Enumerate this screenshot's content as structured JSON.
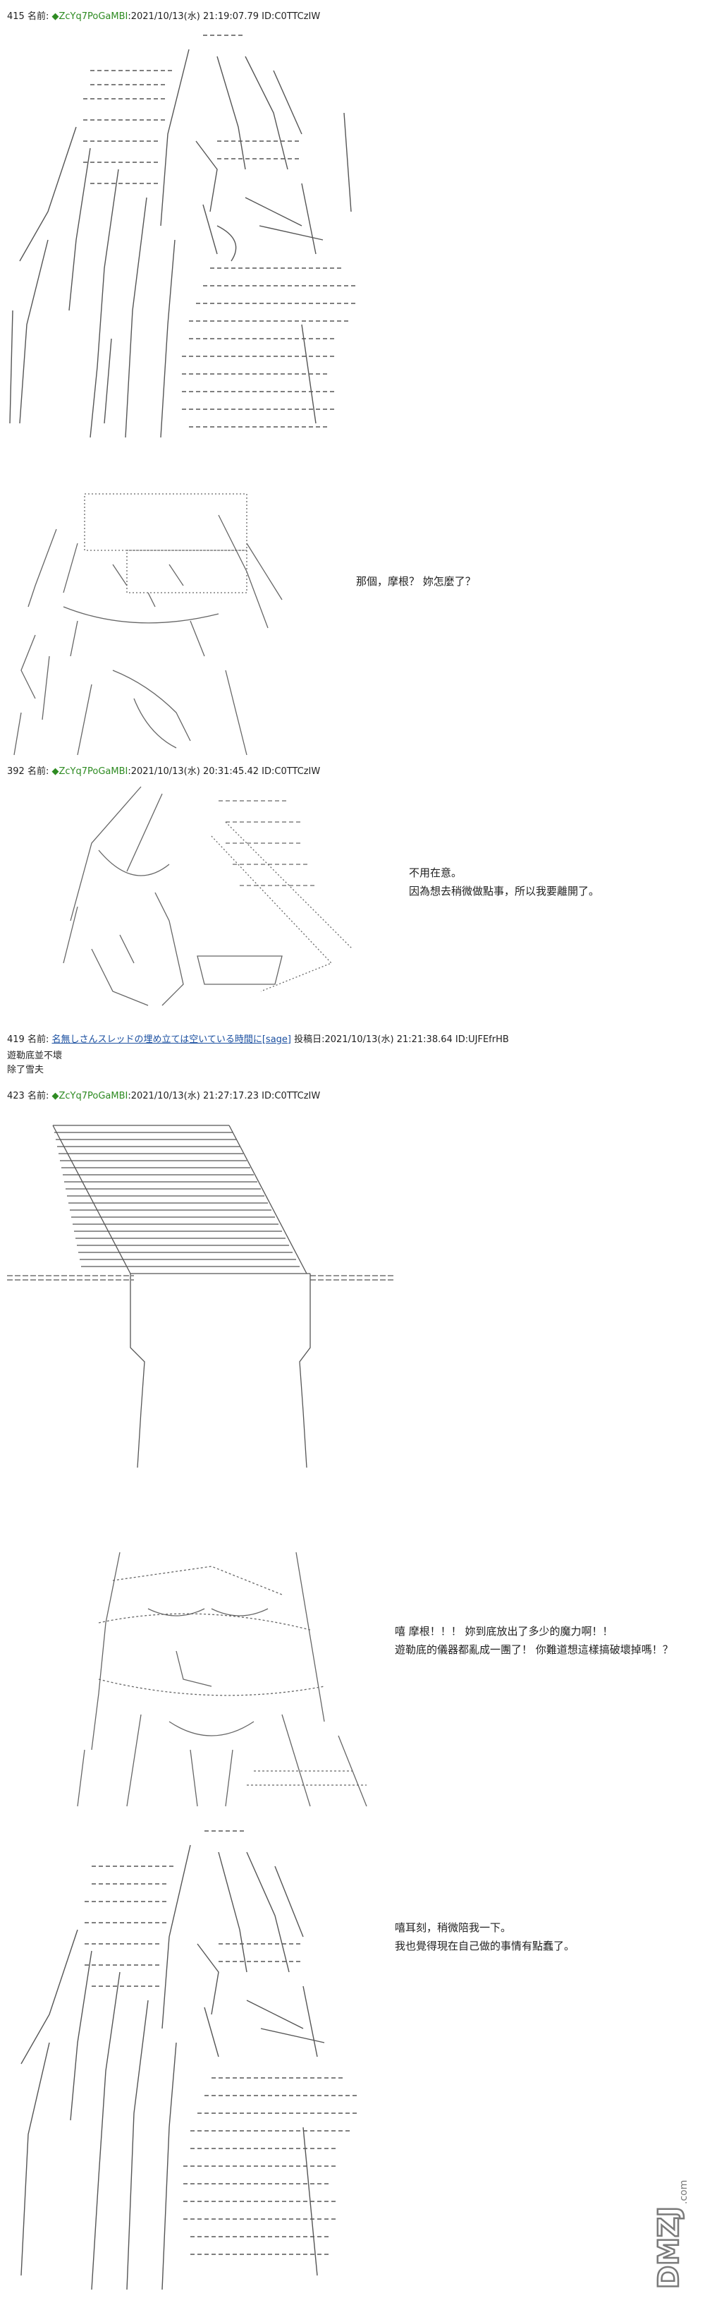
{
  "posts": [
    {
      "number": "415",
      "name_label": "名前:",
      "trip": "◆ZcYq7PoGaMBI",
      "date": ":2021/10/13(水) 21:19:07.79",
      "id": "ID:C0TTCzIW"
    },
    {
      "number": "392",
      "name_label": "名前:",
      "trip": "◆ZcYq7PoGaMBI",
      "date": ":2021/10/13(水) 20:31:45.42",
      "id": "ID:C0TTCzIW"
    },
    {
      "number": "419",
      "name_label": "名前:",
      "name": "名無しさんスレッドの埋め立ては空いている時間に[sage]",
      "date": "投稿日:2021/10/13(水) 21:21:38.64",
      "id": "ID:UJFEfrHB"
    },
    {
      "number": "423",
      "name_label": "名前:",
      "trip": "◆ZcYq7PoGaMBI",
      "date": ":2021/10/13(水) 21:27:17.23",
      "id": "ID:C0TTCzIW"
    }
  ],
  "reply_419": [
    "遊勒底並不壞",
    "除了雪夫"
  ],
  "dialogues": {
    "d1": [
      "那個，摩根？ 妳怎麼了？"
    ],
    "d2": [
      "不用在意。",
      "因為想去稍微做點事，所以我要離開了。"
    ],
    "d3": [
      "嘻 摩根！！！ 妳到底放出了多少的魔力啊！！",
      "遊勒底的儀器都亂成一團了！ 你難道想這樣搞破壞掉嗎！？"
    ],
    "d4": [
      "嘻耳刻，稍微陪我一下。",
      "我也覺得現在自己做的事情有點蠢了。"
    ]
  },
  "watermark": {
    "text": "DMZJ",
    "sub": ".com"
  }
}
